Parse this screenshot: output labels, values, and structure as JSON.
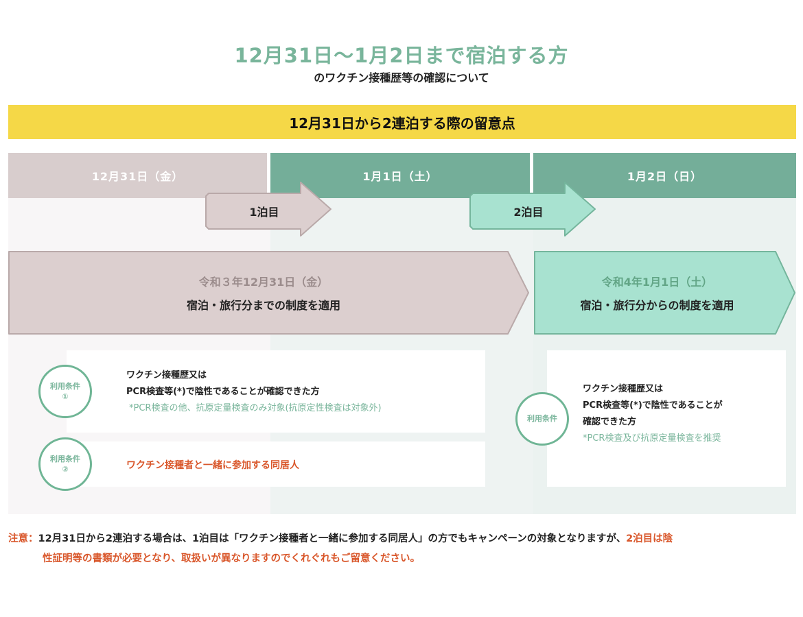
{
  "header": {
    "title": "12月31日～1月2日まで宿泊する方",
    "subtitle": "のワクチン接種歴等の確認について"
  },
  "banner": {
    "text": "12月31日から2連泊する際の留意点"
  },
  "days": [
    {
      "label": "12月31日（金）"
    },
    {
      "label": "1月1日（土）"
    },
    {
      "label": "1月2日（日）"
    }
  ],
  "nights": [
    {
      "label": "1泊目"
    },
    {
      "label": "2泊目"
    }
  ],
  "periods": [
    {
      "date": "令和３年12月31日（金）",
      "description": "宿泊・旅行分までの制度を適用"
    },
    {
      "date": "令和4年1月1日（土）",
      "description": "宿泊・旅行分からの制度を適用"
    }
  ],
  "conditions_old": [
    {
      "badge_label": "利用条件",
      "badge_number": "①",
      "line1": "ワクチン接種歴又は",
      "line2": "PCR検査等(*)で陰性であることが確認できた方",
      "note": "*PCR検査の他、抗原定量検査のみ対象(抗原定性検査は対象外)"
    },
    {
      "badge_label": "利用条件",
      "badge_number": "②",
      "text": "ワクチン接種者と一緒に参加する同居人"
    }
  ],
  "condition_new": {
    "badge_label": "利用条件",
    "line1": "ワクチン接種歴又は",
    "line2": "PCR検査等(*)で陰性であることが",
    "line3": "確認できた方",
    "note": "*PCR検査及び抗原定量検査を推奨"
  },
  "notice": {
    "prefix": "注意：",
    "body": "12月31日から2連泊する場合は、1泊目は「ワクチン接種者と一緒に参加する同居人」の方でもキャンペーンの対象となりますが、",
    "emphasis_1": "2泊目は陰",
    "emphasis_2": "性証明等の書類が必要となり、取扱いが異なりますのでくれぐれもご留意ください。"
  },
  "colors": {
    "title_green": "#79b59b",
    "banner_yellow": "#f5d847",
    "head_pink": "#d8cdcd",
    "head_green": "#74ae99",
    "arrow_pink": "#dccfcf",
    "arrow_mint": "#a8e2d0",
    "notice_red": "#d9572b"
  }
}
